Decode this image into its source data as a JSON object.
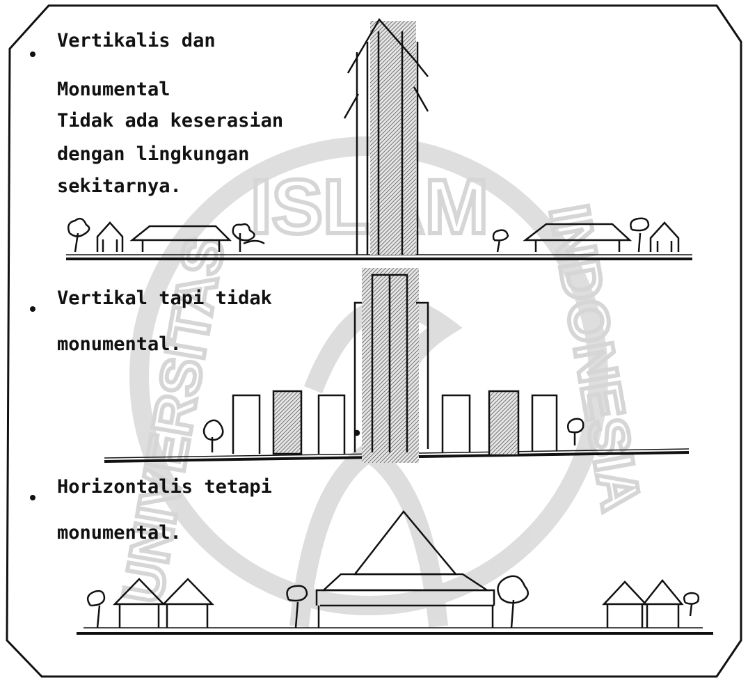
{
  "sections": [
    {
      "lines": [
        "Vertikalis dan",
        "Monumental",
        "Tidak ada keserasian",
        "dengan lingkungan",
        "sekitarnya."
      ]
    },
    {
      "lines": [
        "Vertikal tapi tidak",
        "monumental."
      ]
    },
    {
      "lines": [
        "Horizontalis tetapi",
        "monumental."
      ]
    }
  ],
  "watermark": {
    "text_top": "ISLAM",
    "text_left": "UNIVERSITAS",
    "text_right": "INDONESIA"
  },
  "colors": {
    "ink": "#111111",
    "hatch": "#555555",
    "watermark": "#d8d8d8"
  }
}
